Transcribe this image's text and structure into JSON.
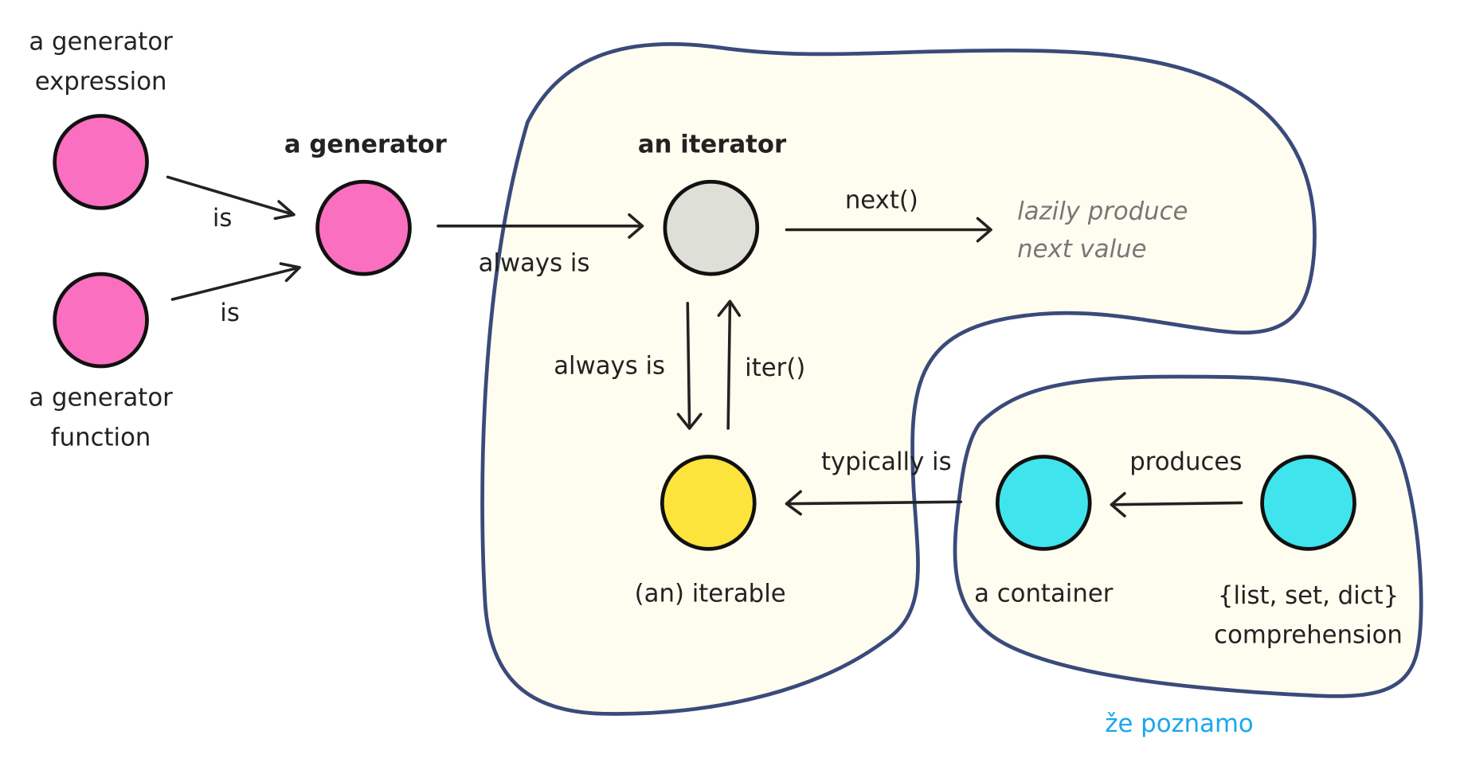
{
  "nodes": {
    "generator_expression": {
      "label_line1": "a generator",
      "label_line2": "expression",
      "color": "#fb6fc1"
    },
    "generator_function": {
      "label_line1": "a generator",
      "label_line2": "function",
      "color": "#fb6fc1"
    },
    "generator": {
      "label": "a generator",
      "color": "#fb6fc1"
    },
    "iterator": {
      "label": "an iterator",
      "color": "#dedfd6"
    },
    "iterable": {
      "label": "(an) iterable",
      "color": "#fde43c"
    },
    "container": {
      "label": "a container",
      "color": "#40e4ec"
    },
    "comprehension": {
      "label_line1": "{list, set, dict}",
      "label_line2": "comprehension",
      "color": "#40e4ec"
    }
  },
  "edges": {
    "expr_is": "is",
    "func_is": "is",
    "gen_always_is": "always is",
    "next": "next()",
    "iterator_always_is": "always is",
    "iter": "iter()",
    "typically_is": "typically is",
    "produces": "produces"
  },
  "annotation": {
    "line1": "lazily produce",
    "line2": "next value"
  },
  "footnote": "že poznamo",
  "colors": {
    "region_fill": "#fefdf0",
    "region_stroke": "#3a4a7a",
    "footnote": "#1aa7ec"
  }
}
